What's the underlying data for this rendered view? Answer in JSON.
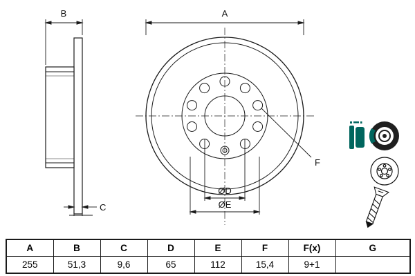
{
  "drawing": {
    "dims": {
      "a": "A",
      "b": "B",
      "c": "C",
      "d": "ØD",
      "e": "ØE",
      "f": "F"
    },
    "accent_color": "#00665E",
    "line_color": "#1a1a1a",
    "icons": [
      "brake-pad-icon",
      "hub-cap-icon",
      "brake-disc-icon",
      "screw-icon"
    ]
  },
  "spec_table": {
    "headers": [
      "A",
      "B",
      "C",
      "D",
      "E",
      "F",
      "F(x)",
      "G"
    ],
    "values": [
      "255",
      "51,3",
      "9,6",
      "65",
      "112",
      "15,4",
      "9+1",
      ""
    ]
  }
}
